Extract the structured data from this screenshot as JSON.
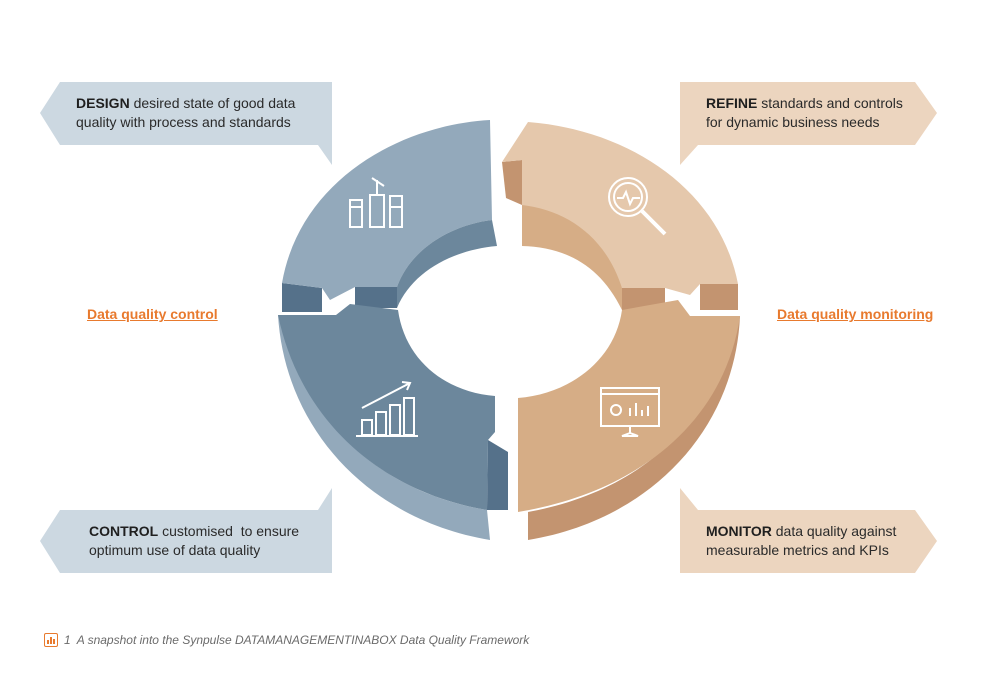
{
  "callouts": {
    "design": {
      "bold": "DESIGN",
      "line1": " desired state of good data",
      "line2": "quality with process and standards"
    },
    "refine": {
      "bold": "REFINE",
      "line1": " standards and controls",
      "line2": "for dynamic business needs"
    },
    "control": {
      "bold": "CONTROL",
      "line1": " customised  to ensure",
      "line2": "optimum use of data quality"
    },
    "monitor": {
      "bold": "MONITOR",
      "line1": " data quality against",
      "line2": "measurable metrics and KPIs"
    }
  },
  "labels": {
    "left": "Data quality control",
    "right": "Data quality monitoring"
  },
  "caption": {
    "number": "1",
    "text": "A snapshot into the Synpulse DATAMANAGEMENTINABOX Data Quality Framework"
  },
  "colors": {
    "blue_light": "#93a9bb",
    "blue_dark": "#6c879c",
    "blue_side": "#55718a",
    "tan_light": "#e5c8ac",
    "tan_dark": "#d6ad86",
    "tan_side": "#c39470",
    "callout_blue": "#ccd8e1",
    "callout_tan": "#ecd5bf",
    "accent": "#e87a2e"
  },
  "icons": [
    "hands-raised-icon",
    "magnifier-pulse-icon",
    "bar-chart-growth-icon",
    "monitor-dashboard-icon"
  ]
}
